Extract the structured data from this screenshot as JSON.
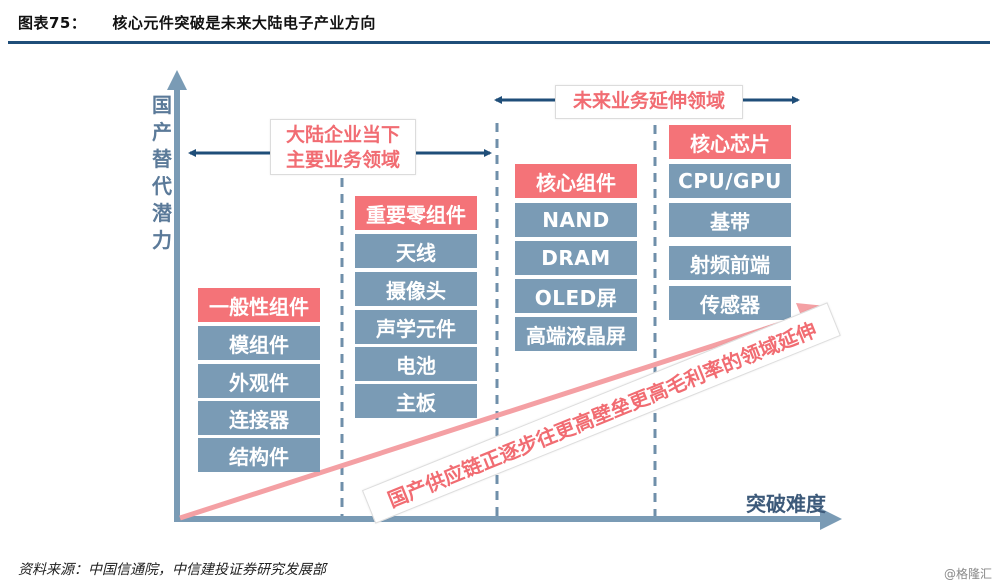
{
  "header": {
    "figure_no": "图表75：",
    "title": "核心元件突破是未来大陆电子产业方向"
  },
  "axes": {
    "y_label_chars": [
      "国",
      "产",
      "替",
      "代",
      "潜",
      "力"
    ],
    "x_label": "突破难度"
  },
  "callouts": {
    "current_domain": [
      "大陆企业当下",
      "主要业务领域"
    ],
    "future_domain": "未来业务延伸领域"
  },
  "columns": [
    {
      "header": "一般性组件",
      "items": [
        "模组件",
        "外观件",
        "连接器",
        "结构件"
      ]
    },
    {
      "header": "重要零组件",
      "items": [
        "天线",
        "摄像头",
        "声学元件",
        "电池",
        "主板"
      ]
    },
    {
      "header": "核心组件",
      "items": [
        "NAND",
        "DRAM",
        "OLED屏",
        "高端液晶屏"
      ]
    },
    {
      "header": "核心芯片",
      "items": [
        "CPU/GPU",
        "基带",
        "射频前端",
        "传感器"
      ]
    }
  ],
  "trend_arrow": {
    "label": "国产供应链正逐步往更高壁垒更高毛利率的领域延伸"
  },
  "footer": {
    "source": "资料来源：中国信通院，中信建投证券研究发展部",
    "watermark": "@格隆汇"
  },
  "colors": {
    "header_box": "#f47378",
    "item_box": "#7a9bb5",
    "axis": "#7a9bb5",
    "arrow_dark": "#1f4e79",
    "trend": "#f4a0a4",
    "callout_text": "#f16c72"
  }
}
